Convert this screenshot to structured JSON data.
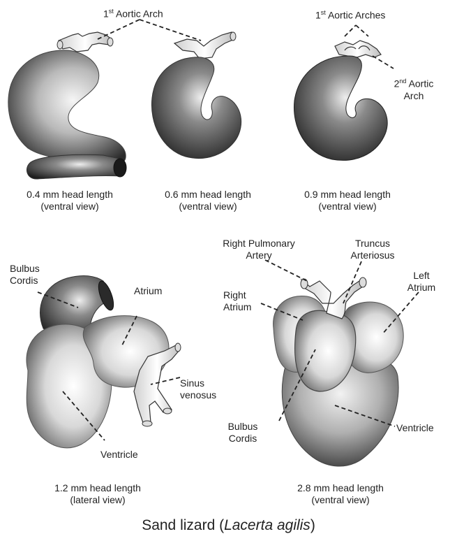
{
  "labels": {
    "aortic_arch_1": {
      "sup": "st",
      "text": "Aortic Arch"
    },
    "aortic_arches_1": {
      "sup": "st",
      "text": "Aortic Arches"
    },
    "aortic_arch_2": {
      "sup": "nd",
      "text": "Aortic",
      "line2": "Arch"
    },
    "bulbus_cordis_a": {
      "line1": "Bulbus",
      "line2": "Cordis"
    },
    "atrium": "Atrium",
    "sinus_venosus": {
      "line1": "Sinus",
      "line2": "venosus"
    },
    "ventricle_a": "Ventricle",
    "right_pulmonary_artery": {
      "line1": "Right Pulmonary",
      "line2": "Artery"
    },
    "truncus_arteriosus": {
      "line1": "Truncus",
      "line2": "Arteriosus"
    },
    "left_atrium": {
      "line1": "Left",
      "line2": "Atrium"
    },
    "right_atrium": {
      "line1": "Right",
      "line2": "Atrium"
    },
    "bulbus_cordis_b": {
      "line1": "Bulbus",
      "line2": "Cordis"
    },
    "ventricle_b": "Ventricle"
  },
  "captions": [
    {
      "line1": "0.4 mm head length",
      "line2": "(ventral view)"
    },
    {
      "line1": "0.6 mm head length",
      "line2": "(ventral view)"
    },
    {
      "line1": "0.9 mm head length",
      "line2": "(ventral view)"
    },
    {
      "line1": "1.2 mm head length",
      "line2": "(lateral view)"
    },
    {
      "line1": "2.8 mm head length",
      "line2": "(ventral view)"
    }
  ],
  "title": {
    "prefix": "Sand lizard (",
    "species": "Lacerta agilis",
    "suffix": ")"
  },
  "colors": {
    "ink": "#222222",
    "shade_dark": "#2a2a2a",
    "shade_light": "#f4f4f4"
  }
}
